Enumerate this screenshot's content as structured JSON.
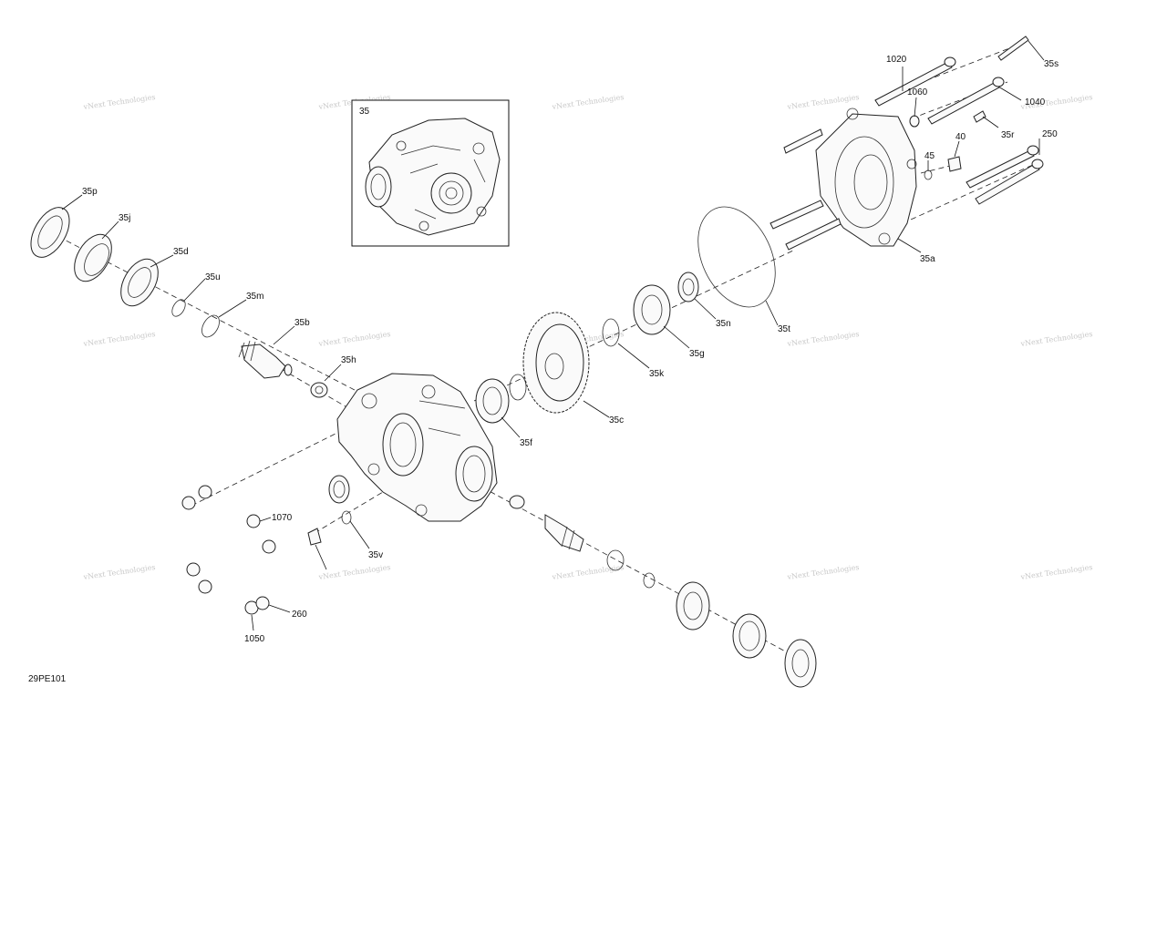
{
  "diagram": {
    "code": "29PE101",
    "watermark": "vNext Technologies",
    "labels": {
      "35": "35",
      "35p": "35p",
      "35j": "35j",
      "35d": "35d",
      "35u": "35u",
      "35m": "35m",
      "35b": "35b",
      "35h": "35h",
      "35f": "35f",
      "35c": "35c",
      "35k": "35k",
      "35g": "35g",
      "35n": "35n",
      "35t": "35t",
      "35a": "35a",
      "35s": "35s",
      "35r": "35r",
      "35v": "35v",
      "1020": "1020",
      "1040": "1040",
      "1060": "1060",
      "40": "40",
      "45": "45",
      "250": "250",
      "1070": "1070",
      "260": "260",
      "1050": "1050"
    }
  }
}
